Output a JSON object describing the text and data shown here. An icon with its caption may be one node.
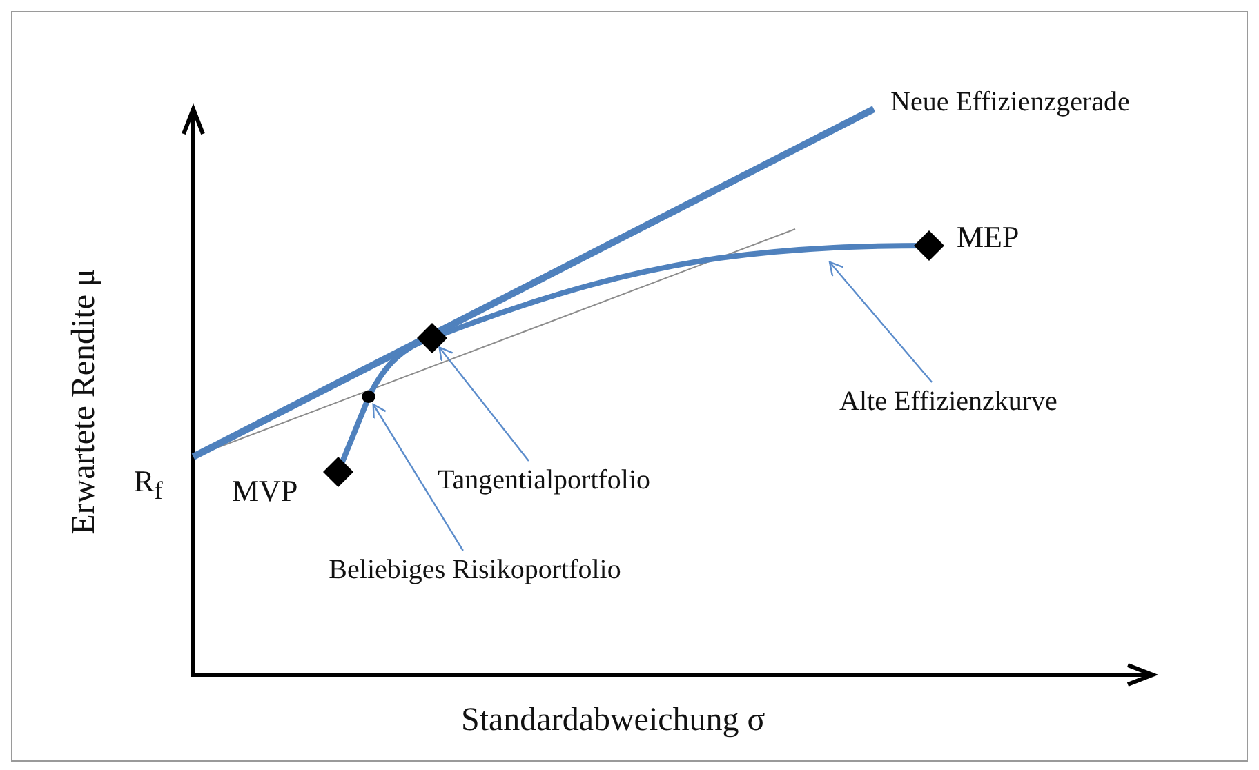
{
  "diagram": {
    "nodes": [
      {
        "text": [],
        "shape": "diamond",
        "beside": [
          "MVP"
        ]
      },
      {
        "text": [],
        "shape": "circle"
      },
      {
        "text": [],
        "shape": "diamond"
      },
      {
        "text": [],
        "shape": "diamond",
        "beside": [
          "MEP"
        ]
      },
      {
        "text": [
          "Tangentialportfolio"
        ]
      },
      {
        "text": [
          "Beliebiges Risikoportfolio"
        ]
      },
      {
        "text": [
          "Alte Effizienzkurve"
        ]
      }
    ],
    "edges": [
      {
        "from": 4,
        "to": 2,
        "arrow": "to"
      },
      {
        "from": 5,
        "to": 1,
        "arrow": "to"
      },
      {
        "from": 6,
        "to": null,
        "arrow": "to"
      }
    ],
    "labels": [
      "Neue Effizienzgerade",
      "R$_{f}$",
      "Erwartete Rendite μ",
      "Standardabweichung σ"
    ]
  }
}
